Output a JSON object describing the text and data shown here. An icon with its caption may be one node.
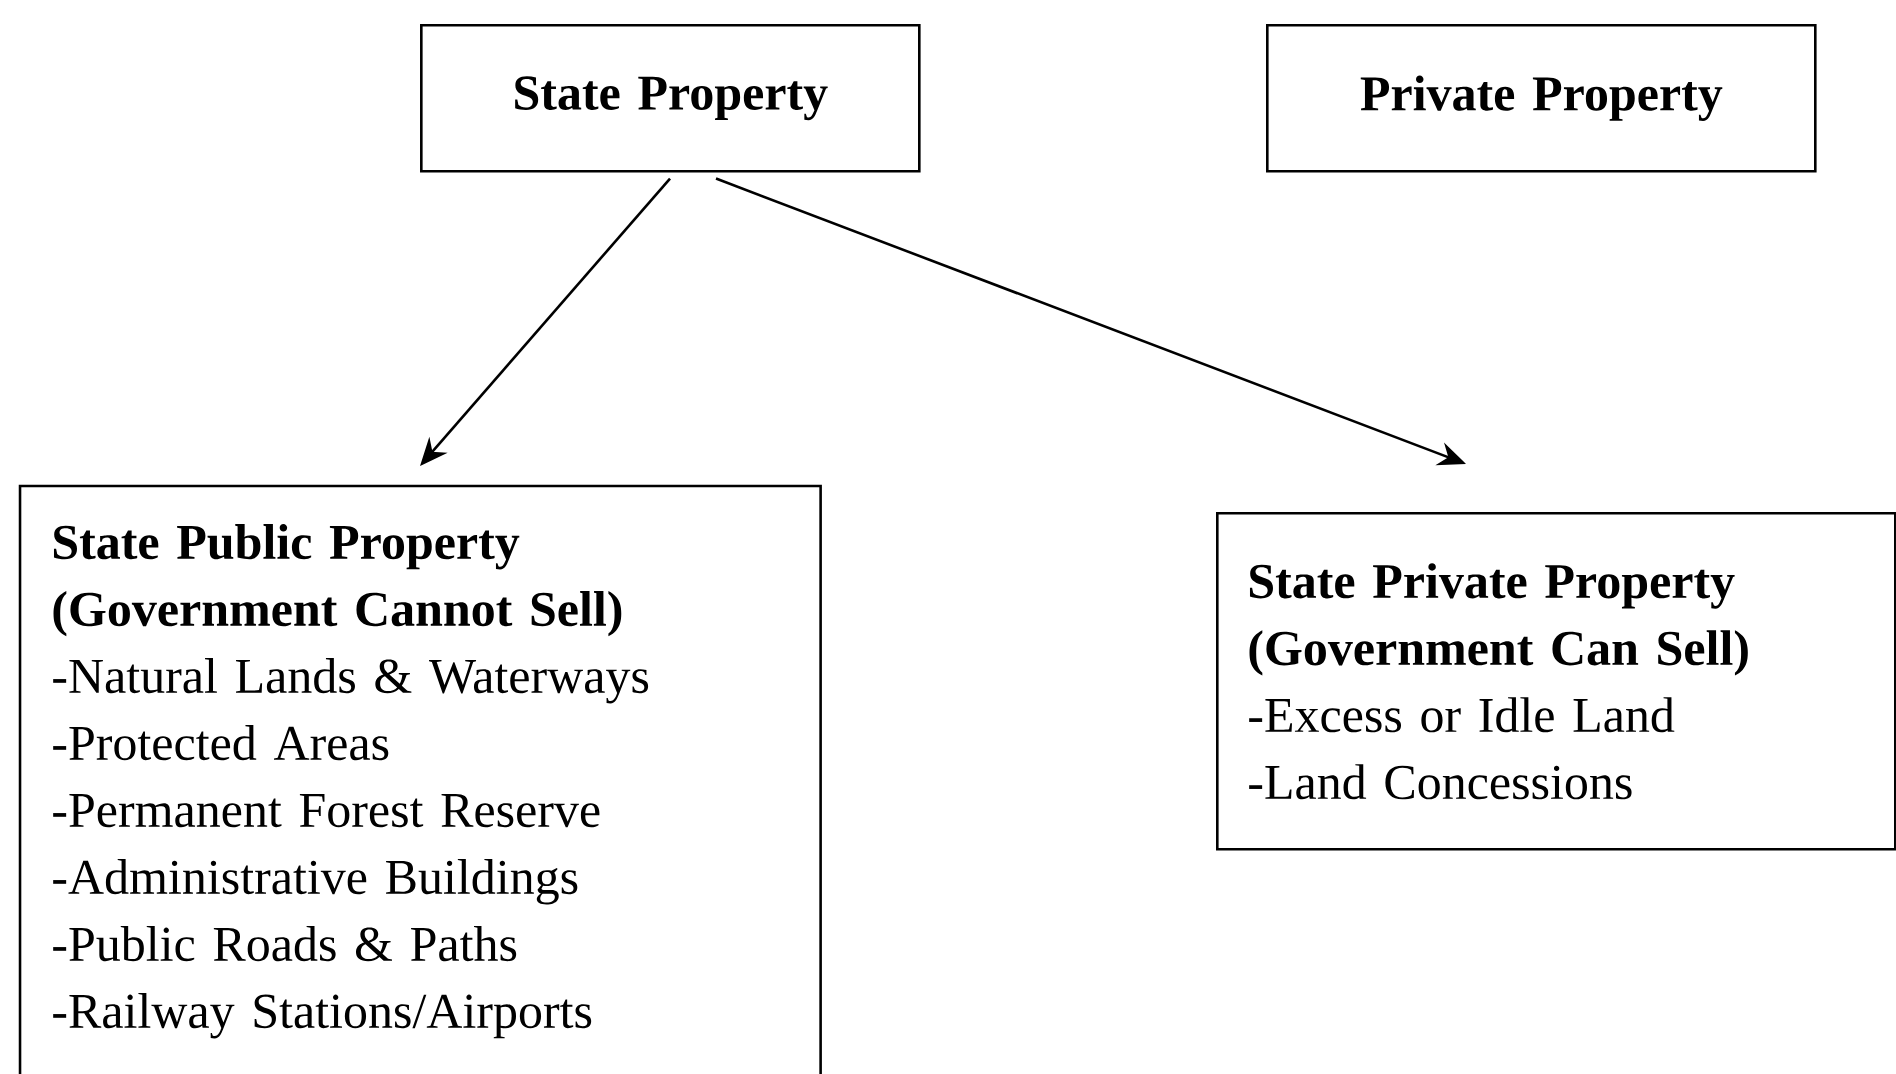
{
  "diagram": {
    "nodes": [
      {
        "text": [
          "State Property"
        ]
      },
      {
        "text": [
          "Private Property"
        ]
      },
      {
        "text": [
          "State Public Property",
          "(Government Cannot Sell)",
          "-Natural Lands & Waterways",
          "-Protected Areas",
          "-Permanent Forest Reserve",
          "-Administrative Buildings",
          "-Public Roads & Paths",
          "-Railway Stations/Airports"
        ]
      },
      {
        "text": [
          "State Private Property",
          "(Government Can Sell)",
          "-Excess or Idle Land",
          "-Land Concessions"
        ]
      }
    ],
    "edges": [
      {
        "from": 0,
        "to": 2,
        "arrow": "to"
      },
      {
        "from": 0,
        "to": 3,
        "arrow": "to"
      }
    ]
  }
}
